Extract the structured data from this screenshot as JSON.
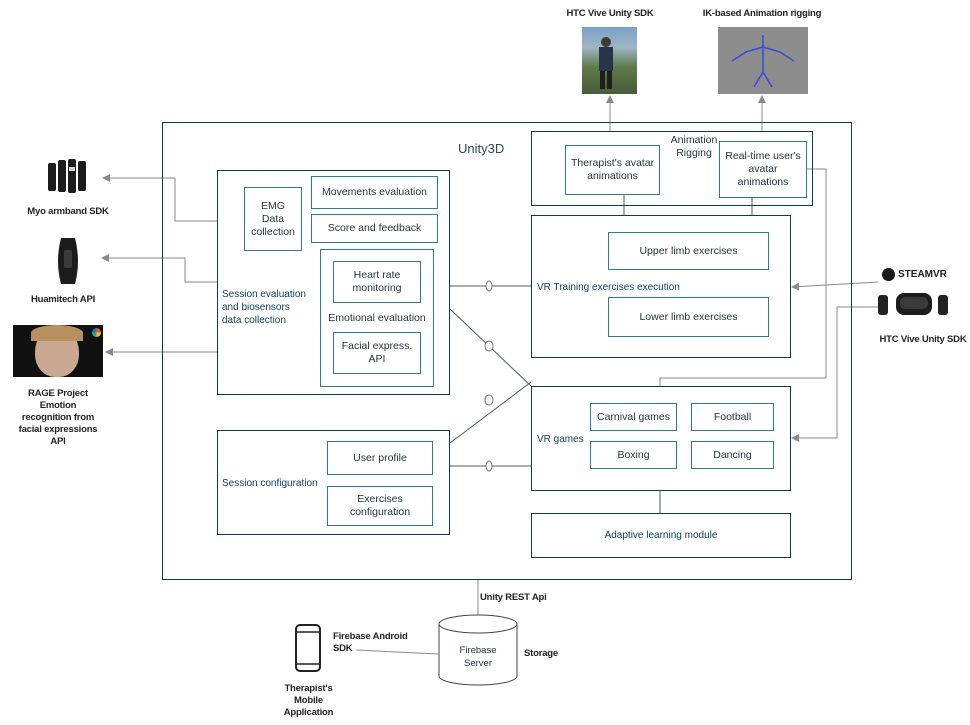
{
  "unity": {
    "title": "Unity3D"
  },
  "animation": {
    "label": "Animation\nRigging",
    "therapist_avatar": "Therapist's avatar\nanimations",
    "realtime_avatar": "Real-time user's\navatar\nanimations"
  },
  "session_eval": {
    "label": "Session evaluation\nand biosensors\ndata collection",
    "emg": "EMG\nData\ncollection",
    "movements": "Movements evaluation",
    "score": "Score and feedback",
    "heart_rate": "Heart rate\nmonitoring",
    "emotional": "Emotional evaluation",
    "facial": "Facial express.\nAPI"
  },
  "vr_training": {
    "label": "VR Training exercises execution",
    "upper": "Upper limb exercises",
    "lower": "Lower limb exercises"
  },
  "vr_games": {
    "label": "VR games",
    "carnival": "Carnival games",
    "football": "Football",
    "boxing": "Boxing",
    "dancing": "Dancing"
  },
  "session_config": {
    "label": "Session configuration",
    "profile": "User profile",
    "exercises": "Exercises\nconfiguration"
  },
  "adaptive": {
    "label": "Adaptive learning module"
  },
  "external": {
    "htc_top": "HTC Vive Unity SDK",
    "ik_rigging": "IK-based Animation rigging",
    "myo": "Myo armband SDK",
    "huami": "Huamitech API",
    "rage": "RAGE Project\nEmotion\nrecognition from\nfacial expressions\nAPI",
    "steamvr": "STEAMVR",
    "htc_right": "HTC Vive Unity SDK",
    "unity_rest": "Unity REST Api",
    "firebase_android": "Firebase  Android\nSDK",
    "firebase_server": "Firebase\nServer",
    "storage": "Storage",
    "therapist_app": "Therapist's\nMobile\nApplication"
  },
  "colors": {
    "teal": "#2a7f88",
    "navy": "#0d3b4e",
    "arrow": "#8a8a8a"
  }
}
